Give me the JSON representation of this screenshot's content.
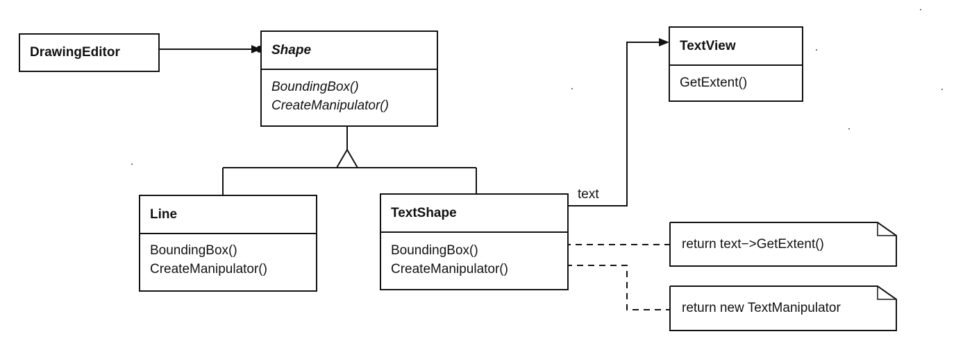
{
  "classes": {
    "drawing_editor": {
      "name": "DrawingEditor"
    },
    "shape": {
      "name": "Shape",
      "operations": [
        "BoundingBox()",
        "CreateManipulator()"
      ]
    },
    "text_view": {
      "name": "TextView",
      "operations": [
        "GetExtent()"
      ]
    },
    "line": {
      "name": "Line",
      "operations": [
        "BoundingBox()",
        "CreateManipulator()"
      ]
    },
    "text_shape": {
      "name": "TextShape",
      "operations": [
        "BoundingBox()",
        "CreateManipulator()"
      ]
    }
  },
  "associations": {
    "text_label": "text"
  },
  "notes": {
    "bounding_box_impl": "return text−>GetExtent()",
    "create_manipulator_impl": "return new TextManipulator"
  },
  "colors": {
    "ink": "#111111",
    "background": "#ffffff"
  }
}
